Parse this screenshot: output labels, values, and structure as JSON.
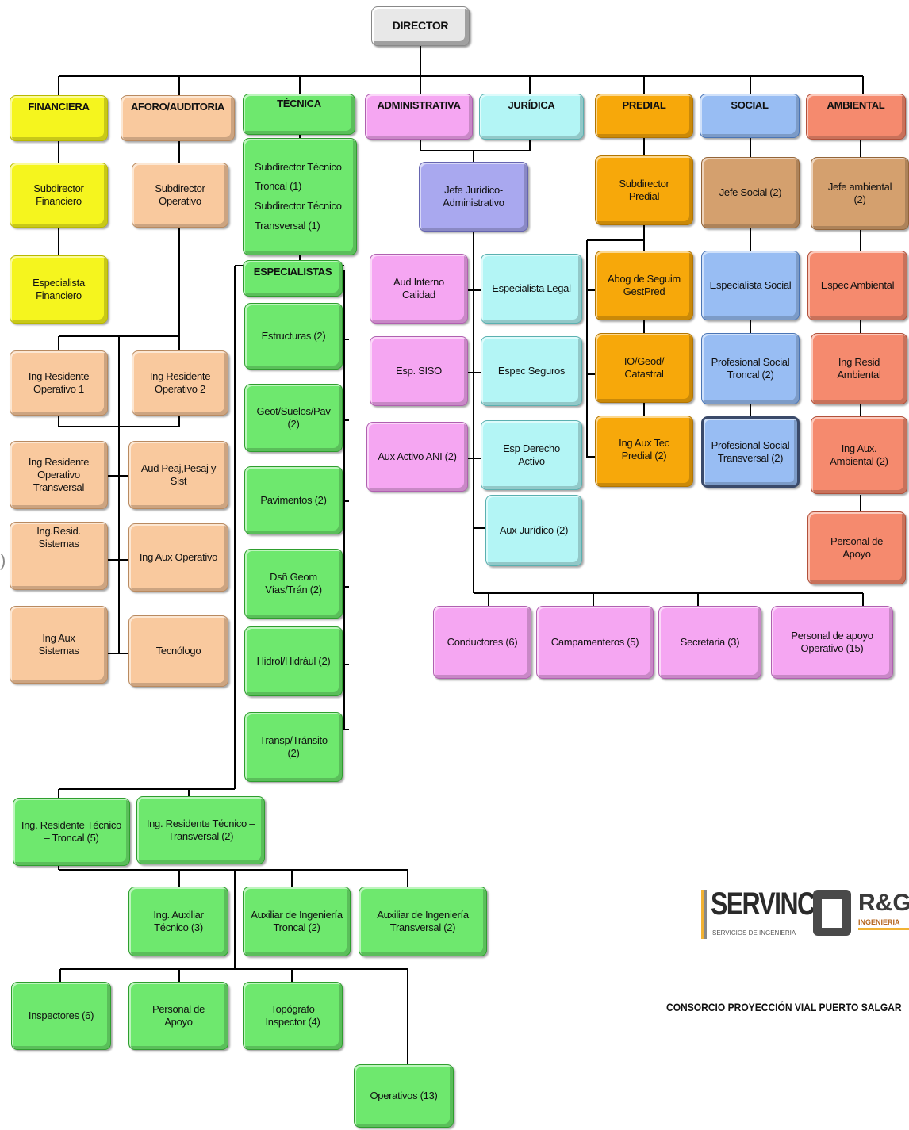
{
  "director": "DIRECTOR",
  "areas": {
    "financiera": "FINANCIERA",
    "aforo": "AFORO/AUDITORIA",
    "tecnica": "TÉCNICA",
    "administrativa": "ADMINISTRATIVA",
    "juridica": "JURÍDICA",
    "predial": "PREDIAL",
    "social": "SOCIAL",
    "ambiental": "AMBIENTAL"
  },
  "financiera": {
    "subdirector": "Subdirector\nFinanciero",
    "especialista": "Especialista\nFinanciero"
  },
  "aforo": {
    "subdirector": "Subdirector\nOperativo",
    "ing_res_1": "Ing Residente\nOperativo 1",
    "ing_res_2": "Ing Residente\nOperativo 2",
    "ing_res_transversal": "Ing Residente\nOperativo\nTransversal",
    "aud_peaj": "Aud Peaj,Pesaj y\nSist",
    "ing_resid_sistemas": "Ing.Resid.\nSistemas",
    "ing_aux_operativo": "Ing Aux Operativo",
    "ing_aux_sistemas": "Ing Aux\nSistemas",
    "tecnologo": "Tecnólogo"
  },
  "tecnica": {
    "subdirector": "Subdirector Técnico\nTroncal (1)\nSubdirector Técnico\nTransversal (1)",
    "especialistas": "ESPECIALISTAS",
    "estructuras": "Estructuras (2)",
    "geot": "Geot/Suelos/Pav\n(2)",
    "pavimentos": "Pavimentos (2)",
    "dsn_geom": "Dsñ Geom\nVías/Trán (2)",
    "hidrol": "Hidrol/Hidrául (2)",
    "transp": "Transp/Tránsito\n(2)",
    "ing_res_troncal": "Ing. Residente Técnico\n– Troncal (5)",
    "ing_res_transversal": "Ing. Residente Técnico –\nTransversal (2)",
    "ing_aux_tecnico": "Ing. Auxiliar\nTécnico (3)",
    "aux_ing_troncal": "Auxiliar de Ingeniería\nTroncal  (2)",
    "aux_ing_transversal": "Auxiliar de Ingeniería\nTransversal (2)",
    "inspectores": "Inspectores (6)",
    "personal_apoyo": "Personal de\nApoyo",
    "topografo": "Topógrafo\nInspector (4)",
    "operativos": "Operativos (13)"
  },
  "adm_jur": {
    "jefe": "Jefe Jurídico-\nAdministrativo",
    "aud_interno": "Aud Interno\nCalidad",
    "esp_siso": "Esp. SISO",
    "aux_activo": "Aux Activo ANI (2)",
    "especialista_legal": "Especialista Legal",
    "espec_seguros": "Espec Seguros",
    "esp_derecho": "Esp Derecho\nActivo",
    "aux_juridico": "Aux Jurídico (2)",
    "conductores": "Conductores (6)",
    "campamenteros": "Campamenteros  (5)",
    "secretaria": "Secretaria (3)",
    "personal_apoyo_op": "Personal de apoyo\nOperativo (15)"
  },
  "predial": {
    "subdirector": "Subdirector\nPredial",
    "abog": "Abog de Seguim\nGestPred",
    "io_geod": "IO/Geod/\nCatastral",
    "ing_aux_tec": "Ing Aux Tec\nPredial (2)"
  },
  "social": {
    "jefe": "Jefe Social (2)",
    "especialista": "Especialista Social",
    "prof_troncal": "Profesional Social\nTroncal (2)",
    "prof_transversal": "Profesional Social\nTransversal (2)"
  },
  "ambiental": {
    "jefe": "Jefe ambiental\n(2)",
    "espec": "Espec Ambiental",
    "ing_resid": "Ing Resid\nAmbiental",
    "ing_aux": "Ing Aux.\nAmbiental (2)",
    "personal_apoyo": "Personal de\nApoyo"
  },
  "logos": {
    "servinc": "SERVINC",
    "servinc_sub": "SERVICIOS DE INGENIERIA",
    "rg": "R&G",
    "rg_sub": "INGENIERIA"
  },
  "footer": "CONSORCIO PROYECCIÓN VIAL PUERTO SALGAR"
}
